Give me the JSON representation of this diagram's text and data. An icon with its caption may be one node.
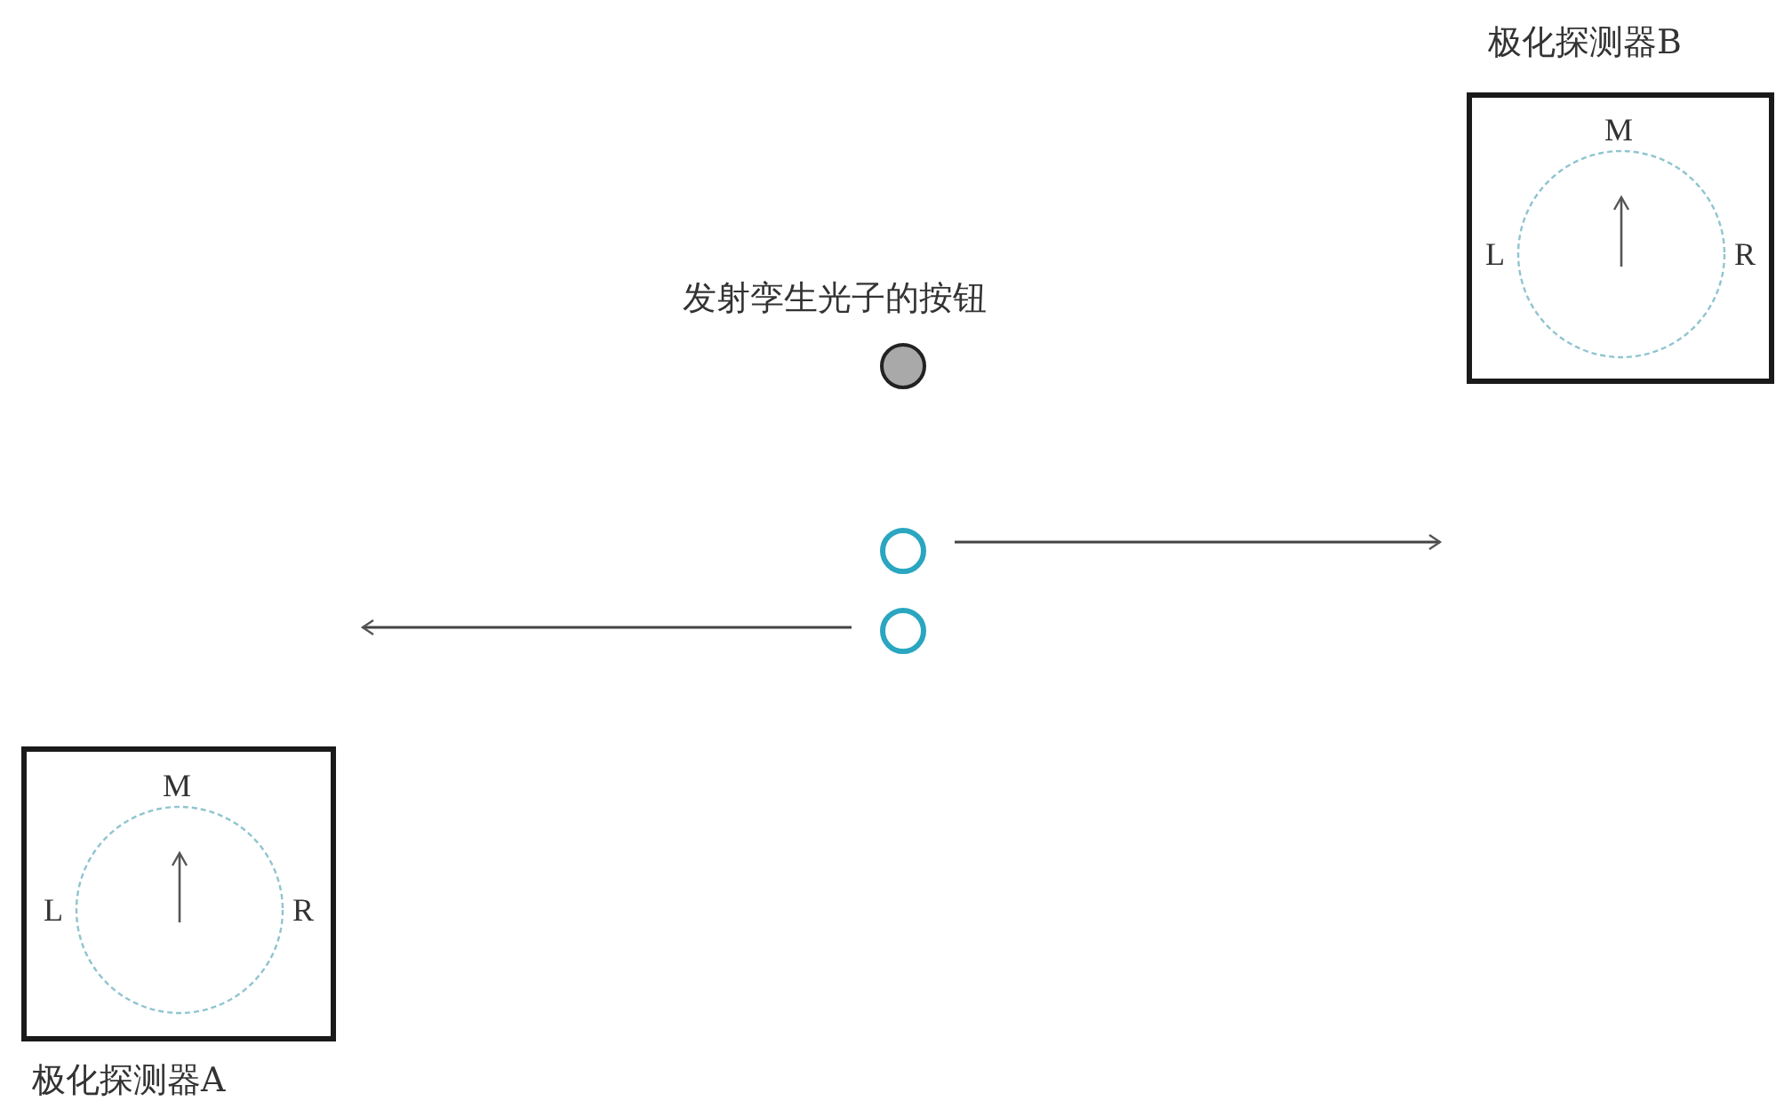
{
  "diagram": {
    "nodes": [
      {
        "text": [
          "极化探测器B"
        ]
      },
      {
        "text": [
          "发射孪生光子的按钮"
        ]
      },
      {
        "text": [],
        "shape": "circle"
      },
      {
        "text": [],
        "shape": "circle"
      },
      {
        "text": [
          "极化探测器A"
        ]
      }
    ],
    "edges": [
      {
        "from": 2,
        "to": null,
        "arrow": "to"
      },
      {
        "from": 3,
        "to": null,
        "arrow": "to"
      }
    ],
    "labels": [
      "M",
      "L",
      "R",
      "M",
      "L",
      "R"
    ]
  }
}
